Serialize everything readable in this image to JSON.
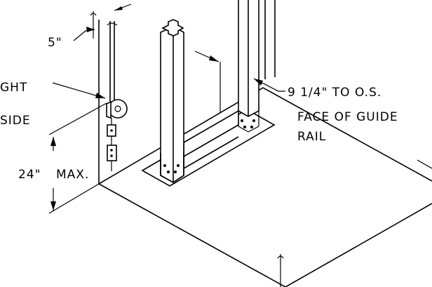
{
  "labels": {
    "dim_5": "5\"",
    "weight_partial": "GHT",
    "side_partial": "SIDE",
    "dim_24": "24\"",
    "max": "MAX.",
    "rail_line1": "9 1/4\" TO O.S.",
    "rail_line2": "FACE OF GUIDE",
    "rail_line3": "RAIL"
  },
  "colors": {
    "ink": "#000000",
    "paper": "#ffffff"
  }
}
